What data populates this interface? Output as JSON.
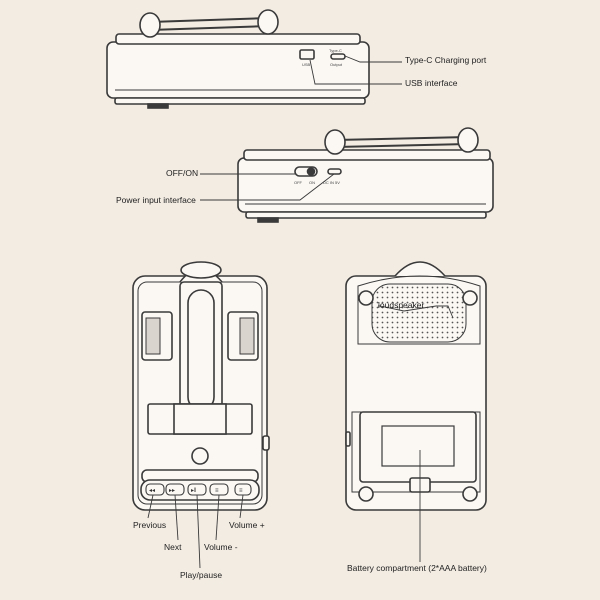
{
  "callouts": {
    "typec_port": "Type-C Charging port",
    "usb_interface": "USB interface",
    "off_on": "OFF/ON",
    "power_input": "Power input interface",
    "loudspeaker": "loudspeaker",
    "previous": "Previous",
    "next": "Next",
    "play_pause": "Play/pause",
    "volume_minus": "Volume -",
    "volume_plus": "Volume +",
    "battery": "Battery compartment (2*AAA battery)"
  },
  "device_marks": {
    "usb": "USB",
    "typec": "Type-C",
    "output": "Output",
    "off": "OFF",
    "on": "ON",
    "dc_in": "DC IN 5V"
  },
  "colors": {
    "background": "#f3ece3",
    "line": "#3a3a3a",
    "device_fill": "#fbf8f4",
    "shade": "#d9d4cd"
  }
}
